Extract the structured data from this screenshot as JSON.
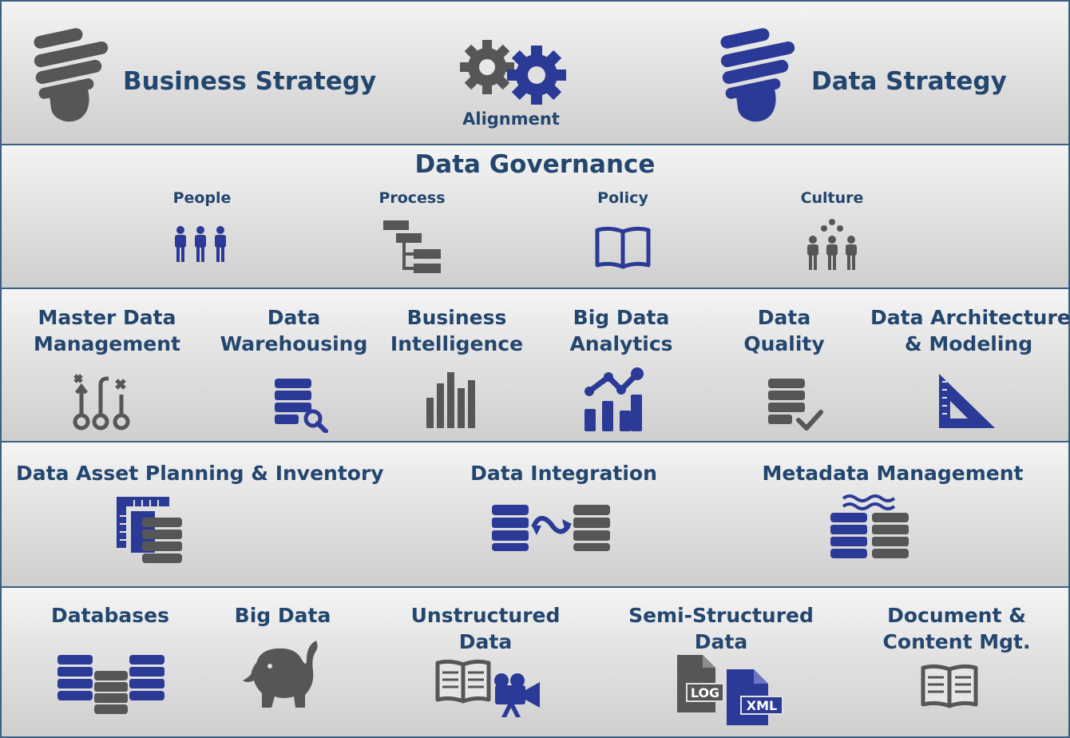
{
  "strategy": {
    "business_label": "Business Strategy",
    "alignment_label": "Alignment",
    "data_label": "Data Strategy"
  },
  "governance": {
    "title": "Data Governance",
    "pillars": [
      "People",
      "Process",
      "Policy",
      "Culture"
    ]
  },
  "disciplines": [
    {
      "line1": "Master Data",
      "line2": "Management"
    },
    {
      "line1": "Data",
      "line2": "Warehousing"
    },
    {
      "line1": "Business",
      "line2": "Intelligence"
    },
    {
      "line1": "Big Data",
      "line2": "Analytics"
    },
    {
      "line1": "Data",
      "line2": "Quality"
    },
    {
      "line1": "Data Architecture",
      "line2": "&  Modeling"
    }
  ],
  "foundations": [
    "Data Asset Planning & Inventory",
    "Data Integration",
    "Metadata Management"
  ],
  "sources": [
    {
      "line1": "Databases",
      "line2": ""
    },
    {
      "line1": "Big Data",
      "line2": ""
    },
    {
      "line1": "Unstructured",
      "line2": "Data"
    },
    {
      "line1": "Semi-Structured",
      "line2": "Data"
    },
    {
      "line1": "Document &",
      "line2": "Content Mgt."
    }
  ],
  "file_tags": {
    "log": "LOG",
    "xml": "XML"
  },
  "colors": {
    "navy": "#2b3a96",
    "gray": "#545658",
    "text": "#23466f",
    "border": "#3d5f83"
  },
  "icons": [
    "bulb-icon",
    "gears-icon",
    "people-icon",
    "process-icon",
    "book-icon",
    "culture-icon",
    "keys-icon",
    "database-search-icon",
    "bar-chart-icon",
    "trend-chart-icon",
    "database-check-icon",
    "set-square-icon",
    "ruler-database-icon",
    "database-sync-icon",
    "metadata-database-icon",
    "databases-icon",
    "elephant-icon",
    "book-camera-icon",
    "log-xml-files-icon",
    "open-book-icon"
  ]
}
